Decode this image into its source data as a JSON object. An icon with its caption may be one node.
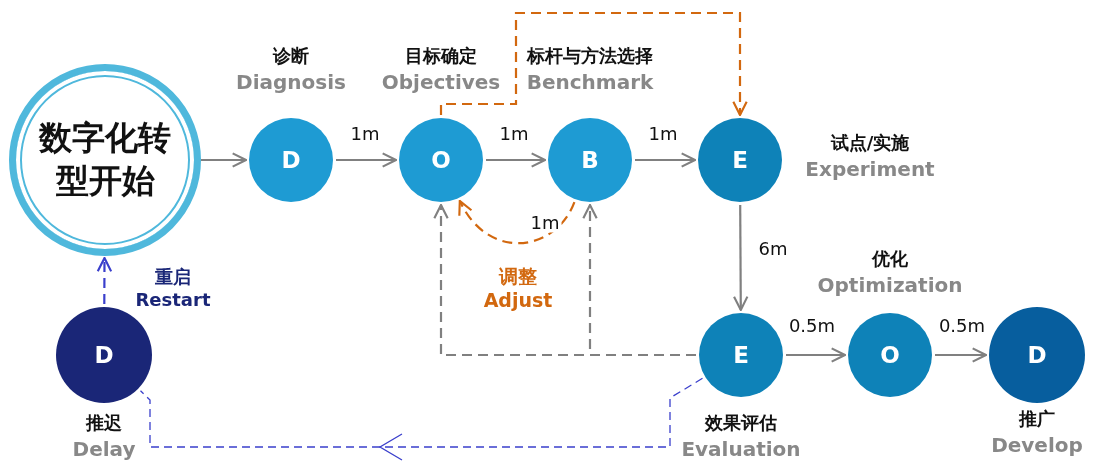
{
  "diagram": {
    "nodes": [
      {
        "text": [
          "数字化转型开始"
        ]
      },
      {
        "text": [
          "D"
        ],
        "beside": [
          "诊断",
          "Diagnosis"
        ]
      },
      {
        "text": [
          "O"
        ],
        "beside": [
          "目标确定",
          "Objectives"
        ]
      },
      {
        "text": [
          "B"
        ],
        "beside": [
          "标杆与方法选择",
          "Benchmark"
        ]
      },
      {
        "text": [
          "E"
        ],
        "beside": [
          "试点/实施",
          "Experiment"
        ]
      },
      {
        "text": [
          "E"
        ],
        "beside": [
          "效果评估",
          "Evaluation"
        ]
      },
      {
        "text": [
          "O"
        ],
        "beside": [
          "优化",
          "Optimization"
        ]
      },
      {
        "text": [
          "D"
        ],
        "beside": [
          "推广",
          "Develop"
        ]
      },
      {
        "text": [
          "D"
        ],
        "beside": [
          "推迟",
          "Delay"
        ]
      }
    ],
    "edges": [
      {
        "from": 0,
        "to": 1,
        "arrow": "to"
      },
      {
        "from": 1,
        "to": 2,
        "arrow": "to",
        "label": "1m"
      },
      {
        "from": 2,
        "to": 3,
        "arrow": "to",
        "label": "1m"
      },
      {
        "from": 3,
        "to": 4,
        "arrow": "to",
        "label": "1m"
      },
      {
        "from": 4,
        "to": 5,
        "arrow": "to",
        "label": "6m"
      },
      {
        "from": 5,
        "to": 6,
        "arrow": "to",
        "label": "0.5m"
      },
      {
        "from": 6,
        "to": 7,
        "arrow": "to",
        "label": "0.5m"
      },
      {
        "from": 2,
        "to": 4,
        "arrow": "to",
        "style": "dashed",
        "color": "#d2680f"
      },
      {
        "from": 3,
        "to": 2,
        "arrow": "to",
        "style": "dashed",
        "color": "#d2680f",
        "label": "1m"
      },
      {
        "from": 5,
        "to": 2,
        "arrow": "to",
        "style": "dashed"
      },
      {
        "from": 5,
        "to": 3,
        "arrow": "to",
        "style": "dashed"
      },
      {
        "from": 8,
        "to": 0,
        "arrow": "to",
        "style": "dashed",
        "color": "#3a3fcc",
        "label": "重启 Restart"
      },
      {
        "from": 5,
        "to": 8,
        "arrow": "to",
        "style": "dashed",
        "color": "#3a3fcc"
      }
    ],
    "labels": [
      "调整 Adjust"
    ]
  }
}
